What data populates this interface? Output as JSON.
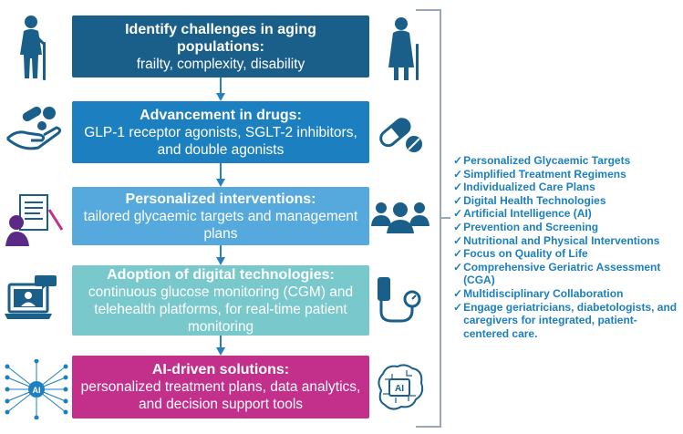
{
  "steps": [
    {
      "title": "Identify  challenges in aging populations:",
      "desc": "frailty, complexity, disability",
      "color": "#1a5e8a"
    },
    {
      "title": "Advancement in drugs:",
      "desc": "GLP-1 receptor agonists, SGLT-2 inhibitors, and double agonists",
      "color": "#1c7fbf"
    },
    {
      "title": "Personalized interventions:",
      "desc": "tailored glycaemic targets and management plans",
      "color": "#55a9dc"
    },
    {
      "title": "Adoption of digital technologies:",
      "desc": "continuous glucose monitoring (CGM) and telehealth platforms, for real-time patient monitoring",
      "color": "#79c9cc"
    },
    {
      "title": "AI-driven solutions:",
      "desc": "personalized treatment plans, data analytics, and decision support tools",
      "color": "#c2308b"
    }
  ],
  "icons": {
    "elderly_man": "elderly-man-icon",
    "elderly_woman": "elderly-woman-icon",
    "pill_hand": "pill-hand-icon",
    "capsule": "capsule-icon",
    "doctor_clipboard": "doctor-clipboard-icon",
    "group": "group-icon",
    "telehealth": "telehealth-laptop-icon",
    "glucose_monitor": "glucose-monitor-icon",
    "neural_network": "neural-network-icon",
    "ai_brain": "ai-brain-icon",
    "ai_label": "AI"
  },
  "checklist": {
    "mark": "✓",
    "items": [
      "Personalized Glycaemic Targets",
      "Simplified Treatment Regimens",
      "Individualized Care Plans",
      "Digital Health Technologies",
      "Artificial Intelligence (AI)",
      "Prevention and Screening",
      "Nutritional and Physical Interventions",
      "Focus on Quality of Life",
      "Comprehensive Geriatric Assessment (CGA)",
      "Multidisciplinary Collaboration",
      "Engage geriatricians, diabetologists, and caregivers for integrated, patient-centered care."
    ]
  },
  "colors": {
    "arrow": "#2a7fc0",
    "icon": "#1a5e8a",
    "checklist_text": "#1b7fc0",
    "bracket": "#9aa8b6"
  }
}
